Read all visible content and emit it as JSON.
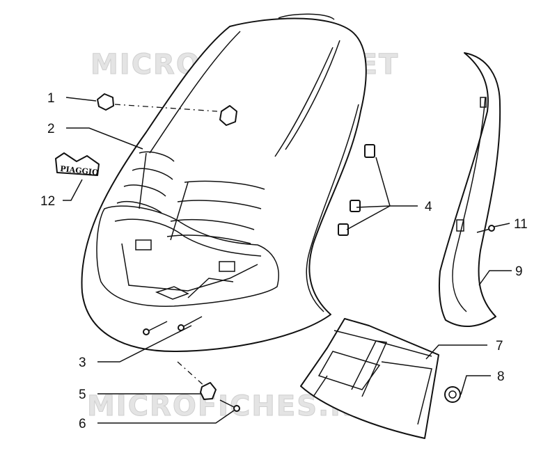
{
  "watermark": "MICROFICHES.NET",
  "badge_text": "PIAGGIO",
  "callouts": [
    {
      "id": "1",
      "label": "1"
    },
    {
      "id": "2",
      "label": "2"
    },
    {
      "id": "12",
      "label": "12"
    },
    {
      "id": "3",
      "label": "3"
    },
    {
      "id": "4",
      "label": "4"
    },
    {
      "id": "5",
      "label": "5"
    },
    {
      "id": "6",
      "label": "6"
    },
    {
      "id": "7",
      "label": "7"
    },
    {
      "id": "8",
      "label": "8"
    },
    {
      "id": "9",
      "label": "9"
    },
    {
      "id": "11",
      "label": "11"
    }
  ]
}
